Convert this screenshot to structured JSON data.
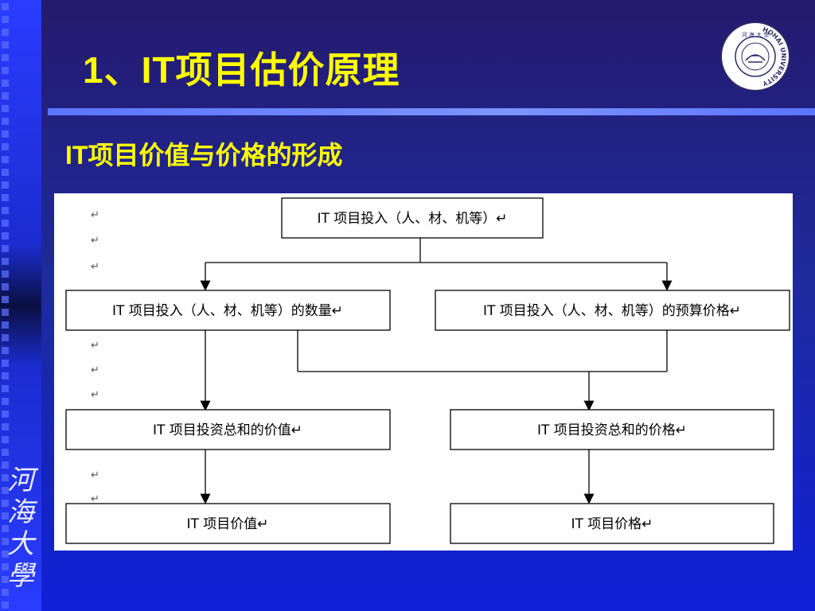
{
  "slide": {
    "title": "1、IT项目估价原理",
    "subtitle": "IT项目价值与价格的形成"
  },
  "branding": {
    "logo_icon": "university-seal-icon",
    "logo_ring_text": "HOHAI UNIVERSITY",
    "logo_top_text": "河 海 大 學",
    "calligraphy": [
      "河",
      "海",
      "大",
      "學"
    ]
  },
  "diagram": {
    "nodes": {
      "input": "IT 项目投入（人、材、机等）↵",
      "input_quantity": "IT 项目投入（人、材、机等）的数量↵",
      "input_budget_price": "IT 项目投入（人、材、机等）的预算价格↵",
      "total_investment_value": "IT 项目投资总和的价值↵",
      "total_investment_price": "IT 项目投资总和的价格↵",
      "project_value": "IT 项目价值↵",
      "project_price": "IT 项目价格↵"
    },
    "paragraph_mark": "↵"
  },
  "colors": {
    "title": "#ffff00",
    "rule": "#6a82ff",
    "box_border": "#000000"
  }
}
